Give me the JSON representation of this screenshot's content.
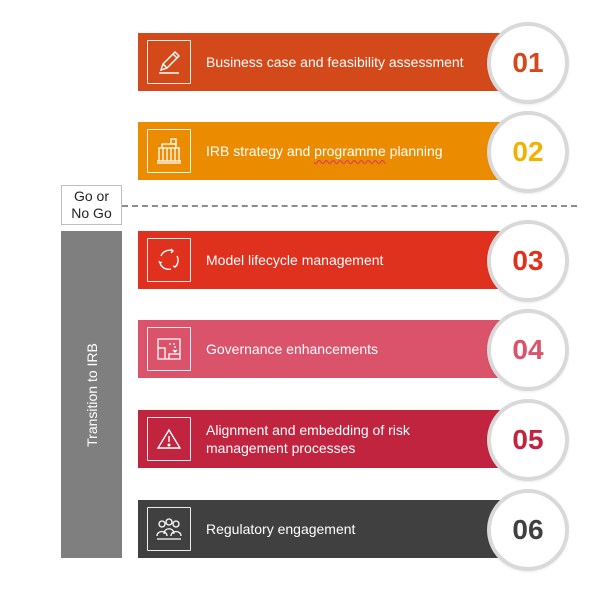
{
  "steps": [
    {
      "number": "01",
      "label": "Business case and feasibility assessment",
      "color": "#d4491a",
      "number_color": "#d4491a",
      "icon": "pencil-icon"
    },
    {
      "number": "02",
      "label_pre": "IRB strategy and ",
      "label_wavy": "programme",
      "label_post": " planning",
      "color": "#eb8c00",
      "number_color": "#f0b400",
      "icon": "building-icon"
    },
    {
      "number": "03",
      "label": "Model lifecycle management",
      "color": "#e0301e",
      "number_color": "#e0301e",
      "icon": "cycle-icon"
    },
    {
      "number": "04",
      "label": "Governance enhancements",
      "color": "#db536a",
      "number_color": "#db536a",
      "icon": "flow-icon"
    },
    {
      "number": "05",
      "label": "Alignment and embedding of risk management processes",
      "color": "#c0243e",
      "number_color": "#c0243e",
      "icon": "warning-icon"
    },
    {
      "number": "06",
      "label": "Regulatory engagement",
      "color": "#404041",
      "number_color": "#404041",
      "icon": "people-icon"
    }
  ],
  "gate": {
    "line1": "Go or",
    "line2": "No Go"
  },
  "side": {
    "label": "Transition to IRB",
    "color": "#7f7f7f"
  }
}
